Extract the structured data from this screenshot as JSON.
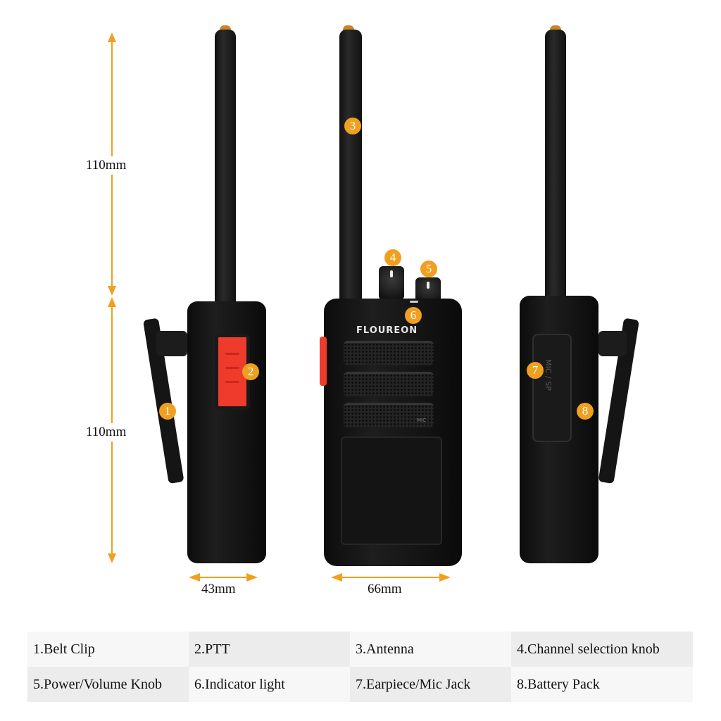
{
  "dimensions": {
    "height_upper": "110mm",
    "height_lower": "110mm",
    "width_side": "43mm",
    "width_front": "66mm"
  },
  "product": {
    "brand": "FLOUREON",
    "jack_cover_text": "MIC / SP",
    "mic_text": "MIC"
  },
  "callouts": [
    {
      "number": "1",
      "target": "belt-clip"
    },
    {
      "number": "2",
      "target": "ptt"
    },
    {
      "number": "3",
      "target": "antenna"
    },
    {
      "number": "4",
      "target": "channel-knob"
    },
    {
      "number": "5",
      "target": "power-volume-knob"
    },
    {
      "number": "6",
      "target": "indicator-light"
    },
    {
      "number": "7",
      "target": "earpiece-mic-jack"
    },
    {
      "number": "8",
      "target": "battery-pack"
    }
  ],
  "legend": [
    "1.Belt Clip",
    "2.PTT",
    "3.Antenna",
    "4.Channel selection knob",
    "5.Power/Volume Knob",
    "6.Indicator light",
    "7.Earpiece/Mic Jack",
    "8.Battery Pack"
  ],
  "colors": {
    "accent_orange": "#f0a020",
    "ptt_red": "#ee3b2b",
    "body_black": "#141414",
    "legend_light": "#f7f7f7",
    "legend_dark": "#ececec"
  }
}
